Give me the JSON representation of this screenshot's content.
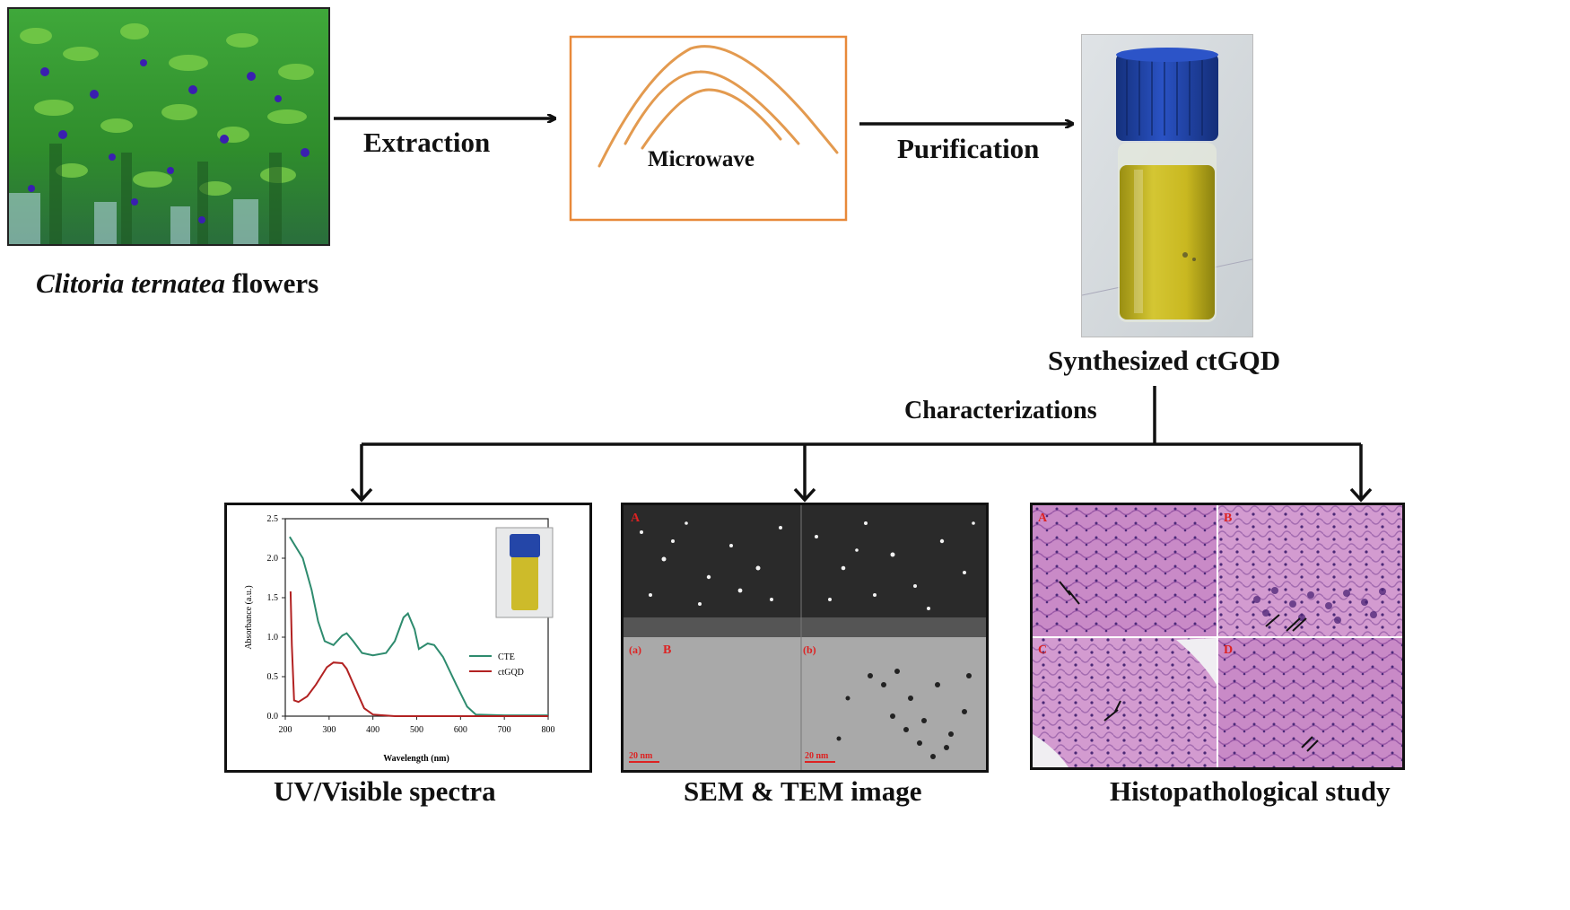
{
  "labels": {
    "plant_caption_italic": "Clitoria ternatea",
    "plant_caption_rest": " flowers",
    "extraction": "Extraction",
    "microwave": "Microwave",
    "purification": "Purification",
    "synthesized": "Synthesized ctGQD",
    "characterizations": "Characterizations",
    "uv_caption": "UV/Visible spectra",
    "sem_caption": "SEM & TEM image",
    "histo_caption": "Histopathological study"
  },
  "chart_data": {
    "type": "line",
    "title": "",
    "xlabel": "Wavelength (nm)",
    "ylabel": "Absorbance (a.u.)",
    "xlim": [
      200,
      800
    ],
    "ylim": [
      0,
      2.5
    ],
    "x_ticks": [
      "200",
      "300",
      "400",
      "500",
      "600",
      "700",
      "800"
    ],
    "y_ticks": [
      "0.0",
      "0.5",
      "1.0",
      "1.5",
      "2.0",
      "2.5"
    ],
    "legend_position": "right",
    "series": [
      {
        "name": "CTE",
        "color": "#2e8b6e",
        "points": [
          [
            210,
            2.27
          ],
          [
            240,
            2.0
          ],
          [
            260,
            1.6
          ],
          [
            275,
            1.2
          ],
          [
            290,
            0.95
          ],
          [
            310,
            0.9
          ],
          [
            330,
            1.02
          ],
          [
            340,
            1.05
          ],
          [
            355,
            0.95
          ],
          [
            375,
            0.8
          ],
          [
            400,
            0.77
          ],
          [
            430,
            0.8
          ],
          [
            450,
            0.95
          ],
          [
            470,
            1.25
          ],
          [
            480,
            1.3
          ],
          [
            495,
            1.1
          ],
          [
            505,
            0.85
          ],
          [
            525,
            0.92
          ],
          [
            540,
            0.9
          ],
          [
            560,
            0.75
          ],
          [
            590,
            0.4
          ],
          [
            615,
            0.12
          ],
          [
            635,
            0.02
          ],
          [
            700,
            0.01
          ],
          [
            800,
            0.01
          ]
        ]
      },
      {
        "name": "ctGQD",
        "color": "#b22222",
        "points": [
          [
            212,
            1.58
          ],
          [
            215,
            0.9
          ],
          [
            220,
            0.2
          ],
          [
            230,
            0.18
          ],
          [
            250,
            0.25
          ],
          [
            270,
            0.4
          ],
          [
            295,
            0.62
          ],
          [
            310,
            0.68
          ],
          [
            330,
            0.67
          ],
          [
            340,
            0.6
          ],
          [
            360,
            0.35
          ],
          [
            380,
            0.1
          ],
          [
            400,
            0.02
          ],
          [
            450,
            0.0
          ],
          [
            800,
            0.0
          ]
        ]
      }
    ]
  },
  "panels": {
    "sem": {
      "tag_a": "A",
      "tag_b": "B",
      "tag_a_small": "(a)",
      "tag_b_small": "(b)",
      "scale": "20 nm"
    },
    "histo": {
      "tag_1": "A",
      "tag_2": "B",
      "tag_3": "C",
      "tag_4": "D"
    }
  },
  "colors": {
    "arrow": "#111111",
    "microwave_border": "#e8893a",
    "wave": "#e39a4f",
    "cap": "#1f3fa0",
    "liquid": "#c9b820"
  }
}
